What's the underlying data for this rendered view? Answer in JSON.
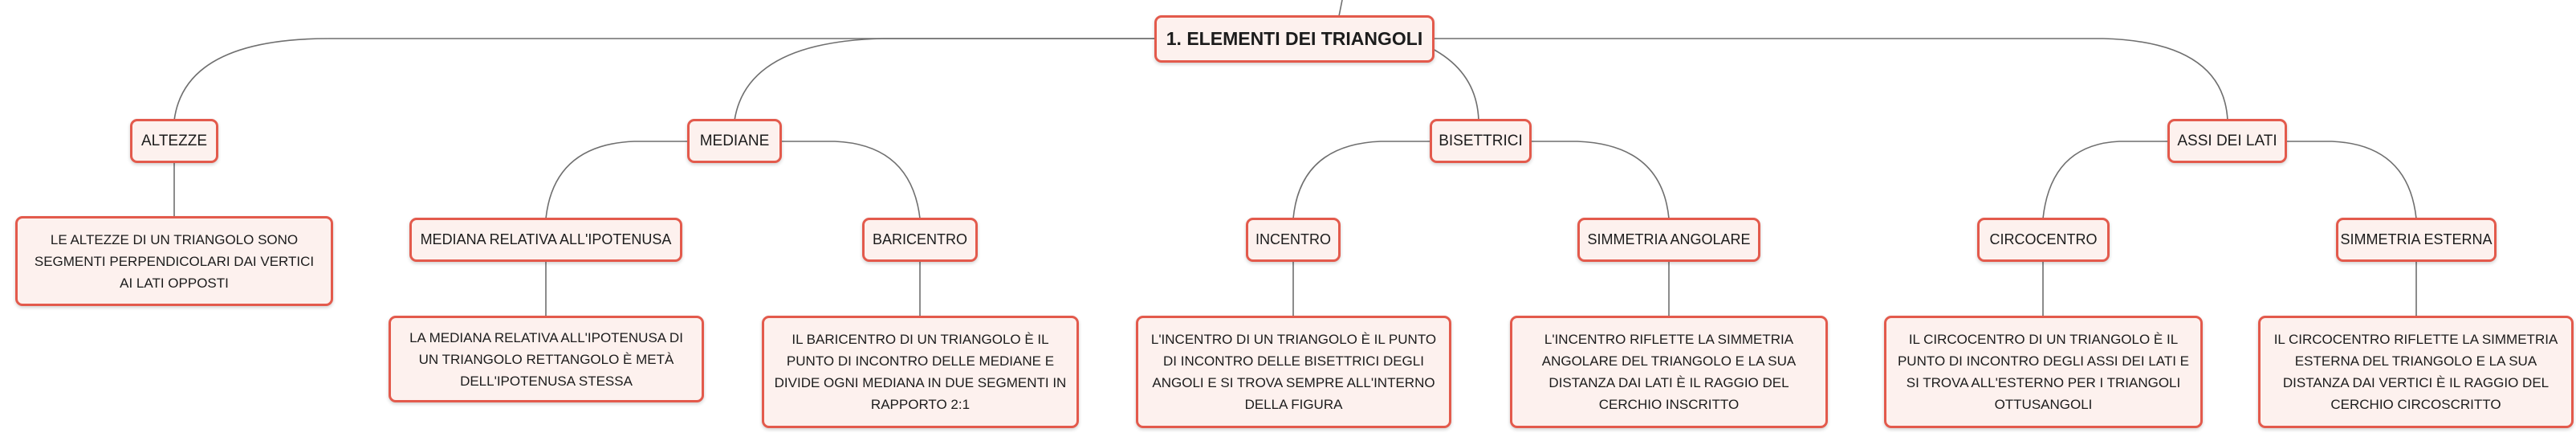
{
  "root": {
    "label": "1. ELEMENTI DEI TRIANGOLI"
  },
  "altezze": {
    "label": "ALTEZZE",
    "desc": "LE ALTEZZE DI UN TRIANGOLO SONO SEGMENTI PERPENDICOLARI DAI VERTICI AI LATI OPPOSTI"
  },
  "mediane": {
    "label": "MEDIANE",
    "ipotenusa": {
      "label": "MEDIANA RELATIVA ALL'IPOTENUSA",
      "desc": "LA MEDIANA RELATIVA ALL'IPOTENUSA DI UN TRIANGOLO RETTANGOLO È METÀ DELL'IPOTENUSA STESSA"
    },
    "baricentro": {
      "label": "BARICENTRO",
      "desc": "IL BARICENTRO DI UN TRIANGOLO È IL PUNTO DI INCONTRO DELLE MEDIANE E DIVIDE OGNI MEDIANA IN DUE SEGMENTI IN RAPPORTO 2:1"
    }
  },
  "bisettrici": {
    "label": "BISETTRICI",
    "incentro": {
      "label": "INCENTRO",
      "desc": "L'INCENTRO DI UN TRIANGOLO È IL PUNTO DI INCONTRO DELLE BISETTRICI DEGLI ANGOLI E SI TROVA SEMPRE ALL'INTERNO DELLA FIGURA"
    },
    "simmetria": {
      "label": "SIMMETRIA ANGOLARE",
      "desc": "L'INCENTRO RIFLETTE LA SIMMETRIA ANGOLARE DEL TRIANGOLO E LA SUA DISTANZA DAI LATI È IL RAGGIO DEL CERCHIO INSCRITTO"
    }
  },
  "assi": {
    "label": "ASSI DEI LATI",
    "circocentro": {
      "label": "CIRCOCENTRO",
      "desc": "IL CIRCOCENTRO DI UN TRIANGOLO È IL PUNTO DI INCONTRO DEGLI ASSI DEI LATI E SI TROVA ALL'ESTERNO PER I TRIANGOLI OTTUSANGOLI"
    },
    "simmetria": {
      "label": "SIMMETRIA ESTERNA",
      "desc": "IL CIRCOCENTRO RIFLETTE LA SIMMETRIA ESTERNA DEL TRIANGOLO E LA SUA DISTANZA DAI VERTICI È IL RAGGIO DEL CERCHIO CIRCOSCRITTO"
    }
  }
}
